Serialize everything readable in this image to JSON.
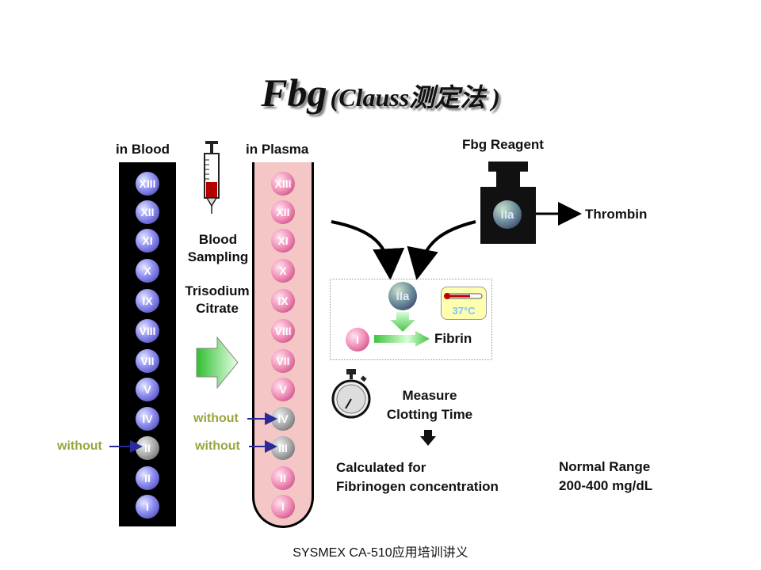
{
  "title": {
    "main": "Fbg",
    "sub": "(Clauss测定法 )"
  },
  "labels": {
    "in_blood": "in Blood",
    "in_plasma": "in Plasma",
    "blood_sampling": [
      "Blood",
      "Sampling"
    ],
    "trisodium": [
      "Trisodium",
      "Citrate"
    ],
    "fbg_reagent": "Fbg Reagent",
    "thrombin": "Thrombin",
    "reagent_ball": "IIa",
    "panel_ball": "IIa",
    "temp": "37°C",
    "factor_i": "I",
    "fibrin": "Fibrin",
    "measure": [
      "Measure",
      "Clotting Time"
    ],
    "calculated": [
      "Calculated for",
      "Fibrinogen concentration"
    ],
    "normal": [
      "Normal Range",
      "200-400 mg/dL"
    ],
    "without": "without"
  },
  "blood_factors": [
    "XIII",
    "XII",
    "XI",
    "X",
    "IX",
    "VIII",
    "VII",
    "V",
    "IV",
    "II",
    "II",
    "I"
  ],
  "plasma_factors": [
    "XIII",
    "XII",
    "XI",
    "X",
    "IX",
    "VIII",
    "VII",
    "V",
    "IV",
    "III",
    "II",
    "I"
  ],
  "footer": "SYSMEX CA-510应用培训讲义",
  "colors": {
    "olive_text": "#9aa53b",
    "arrow_blue": "#2a2a9a",
    "plasma_fill": "#f4c6c6",
    "green_arrow": "#3fc33f"
  }
}
